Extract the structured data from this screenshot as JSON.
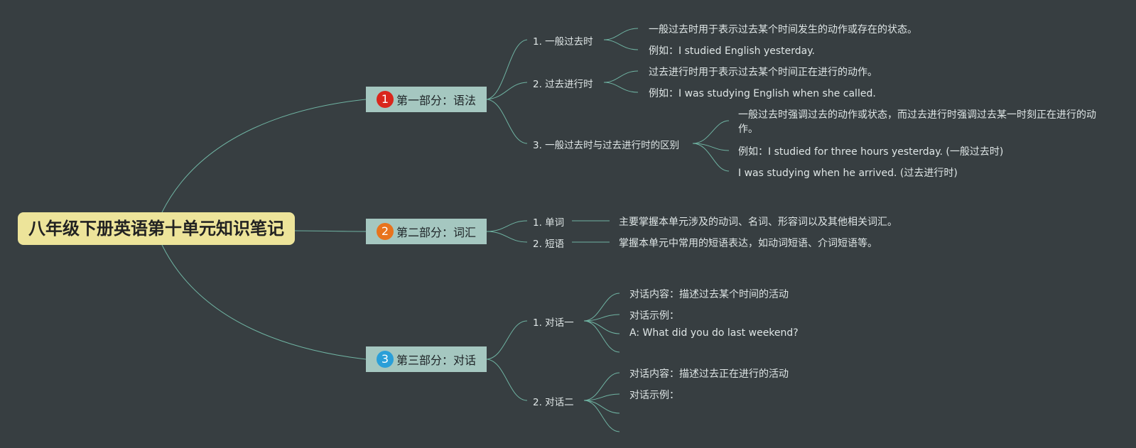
{
  "root": {
    "title": "八年级下册英语第十单元知识笔记"
  },
  "branches": [
    {
      "number": "1",
      "badge_color": "#d9261c",
      "label": "第一部分：语法",
      "topics": [
        {
          "label": "1. 一般过去时",
          "notes": [
            "一般过去时用于表示过去某个时间发生的动作或存在的状态。",
            "例如：I studied English yesterday."
          ]
        },
        {
          "label": "2. 过去进行时",
          "notes": [
            "过去进行时用于表示过去某个时间正在进行的动作。",
            "例如：I was studying English when she called."
          ]
        },
        {
          "label": "3. 一般过去时与过去进行时的区别",
          "notes": [
            "一般过去时强调过去的动作或状态，而过去进行时强调过去某一时刻正在进行的动作。",
            "例如：I studied for three hours yesterday. (一般过去时)",
            "I was studying when he arrived. (过去进行时)"
          ]
        }
      ]
    },
    {
      "number": "2",
      "badge_color": "#e8731d",
      "label": "第二部分：词汇",
      "topics": [
        {
          "label": "1. 单词",
          "notes": [
            "主要掌握本单元涉及的动词、名词、形容词以及其他相关词汇。"
          ]
        },
        {
          "label": "2. 短语",
          "notes": [
            "掌握本单元中常用的短语表达，如动词短语、介词短语等。"
          ]
        }
      ]
    },
    {
      "number": "3",
      "badge_color": "#2a9fd8",
      "label": "第三部分：对话",
      "topics": [
        {
          "label": "1. 对话一",
          "notes": [
            "对话内容：描述过去某个时间的活动",
            "对话示例：",
            "A: What did you do last weekend?",
            ""
          ]
        },
        {
          "label": "2. 对话二",
          "notes": [
            "对话内容：描述过去正在进行的活动",
            "对话示例：",
            "",
            ""
          ]
        }
      ]
    }
  ],
  "colors": {
    "background": "#373e41",
    "root_fill": "#ede49a",
    "branch_fill": "#a5c7c0",
    "link": "#6fb3a2",
    "text": "#dfe6e6"
  }
}
